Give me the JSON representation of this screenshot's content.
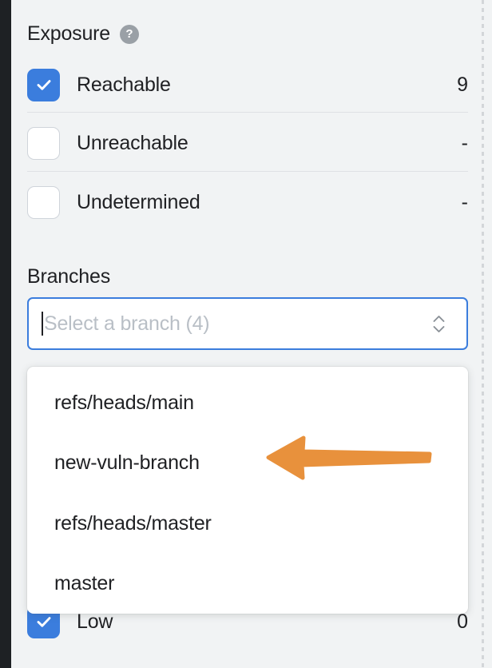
{
  "theme": {
    "background": "#f1f3f4",
    "accent_blue": "#3b7ddd",
    "text": "#202124",
    "muted_text": "#b9bfc6",
    "divider": "#dfe1e5",
    "annotation_orange": "#e8913c",
    "rail_dark": "#1e2124"
  },
  "exposure": {
    "title": "Exposure",
    "help_icon": "question-mark-icon",
    "rows": [
      {
        "label": "Reachable",
        "value": "9",
        "checked": true
      },
      {
        "label": "Unreachable",
        "value": "-",
        "checked": false
      },
      {
        "label": "Undetermined",
        "value": "-",
        "checked": false
      }
    ]
  },
  "branches": {
    "label": "Branches",
    "select": {
      "placeholder": "Select a branch (4)",
      "value": "",
      "chevron_icon": "chevron-up-down-icon",
      "focused": true
    },
    "options": [
      "refs/heads/main",
      "new-vuln-branch",
      "refs/heads/master",
      "master"
    ]
  },
  "severity_partial": {
    "label": "Low",
    "value": "0",
    "checked": true
  },
  "annotation": {
    "type": "arrow",
    "direction": "left",
    "points_at": "new-vuln-branch",
    "color": "#e8913c"
  }
}
